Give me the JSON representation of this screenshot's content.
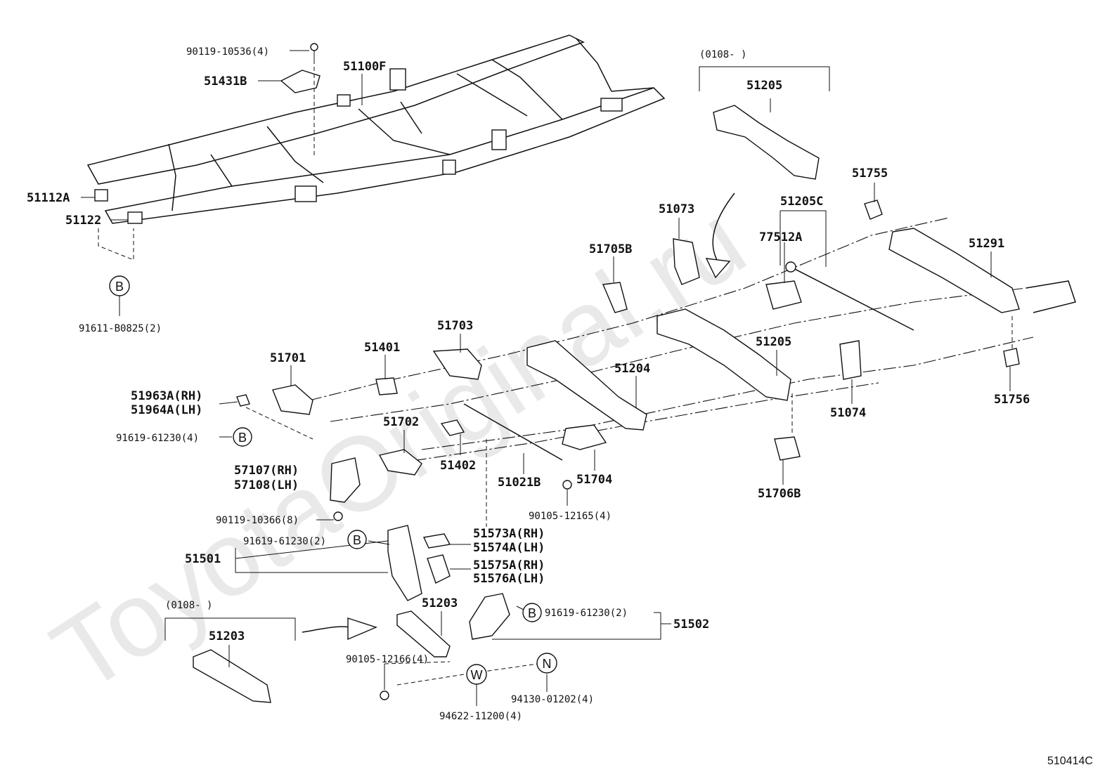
{
  "watermark": "ToyotaOriginal.ru",
  "diagram_code": "510414C",
  "callouts": {
    "c1": "90119-10536(4)",
    "c2": "51431B",
    "c3": "51100F",
    "c4": "51112A",
    "c5": "51122",
    "c6": "91611-B0825(2)",
    "c7": "(0108-    )",
    "c8": "51205",
    "c9": "51755",
    "c10": "51205C",
    "c11": "51073",
    "c12": "77512A",
    "c13": "51291",
    "c14": "51705B",
    "c15": "51703",
    "c16": "51401",
    "c17": "51701",
    "c18": "51963A(RH)",
    "c19": "51964A(LH)",
    "c20": "91619-61230(4)",
    "c21": "51205",
    "c22": "51204",
    "c23": "51074",
    "c24": "51756",
    "c25": "51702",
    "c26": "51402",
    "c27": "57107(RH)",
    "c28": "57108(LH)",
    "c29": "51021B",
    "c30": "51704",
    "c31": "51706B",
    "c32": "90119-10366(8)",
    "c33": "90105-12165(4)",
    "c34": "91619-61230(2)",
    "c35": "51573A(RH)",
    "c36": "51574A(LH)",
    "c37": "51501",
    "c38": "51575A(RH)",
    "c39": "51576A(LH)",
    "c40": "(0108-    )",
    "c41": "51203",
    "c42": "91619-61230(2)",
    "c43": "51502",
    "c44": "51203",
    "c45": "90105-12166(4)",
    "c46": "94130-01202(4)",
    "c47": "94622-11200(4)"
  },
  "refs": {
    "b1": "B",
    "b2": "B",
    "b3": "B",
    "b4": "B",
    "w": "W",
    "n": "N"
  }
}
